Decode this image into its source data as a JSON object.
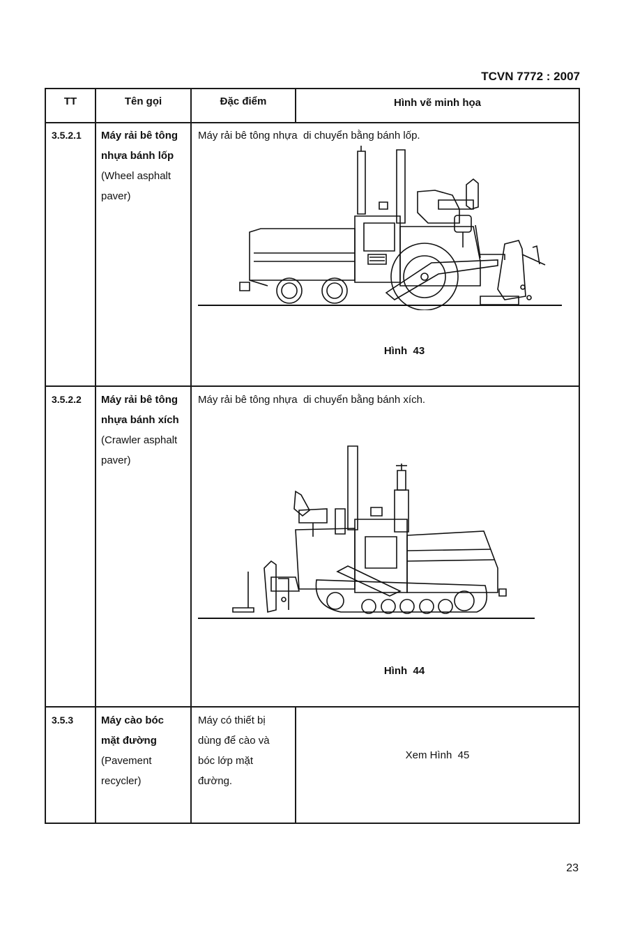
{
  "header": {
    "doc_code": "TCVN 7772 : 2007"
  },
  "table": {
    "columns": [
      "TT",
      "Tên gọi",
      "Đặc điểm",
      "Hình vẽ minh họa"
    ],
    "rows": [
      {
        "tt": "3.5.2.1",
        "name_vi_1": "Máy rải bê tông",
        "name_vi_2": "nhựa bánh lốp",
        "name_en_1": "(Wheel asphalt",
        "name_en_2": "paver)",
        "desc": "Máy rải bê tông nhựa  di chuyển bằng bánh lốp.",
        "figure_caption": "Hình  43",
        "figure_icon": "wheel-asphalt-paver-drawing"
      },
      {
        "tt": "3.5.2.2",
        "name_vi_1": "Máy rải bê tông",
        "name_vi_2": "nhựa bánh xích",
        "name_en_1": "(Crawler asphalt",
        "name_en_2": "paver)",
        "desc": "Máy rải bê tông nhựa  di chuyển bằng bánh xích.",
        "figure_caption": "Hình  44",
        "figure_icon": "crawler-asphalt-paver-drawing"
      },
      {
        "tt": "3.5.3",
        "name_vi_1": "Máy cào bóc",
        "name_vi_2": "mặt đường",
        "name_en_1": "(Pavement",
        "name_en_2": "recycler)",
        "desc_1": "Máy có thiết bị",
        "desc_2": "dùng để cào và",
        "desc_3": "bóc lớp mặt",
        "desc_4": "đường.",
        "figure_ref": "Xem Hình  45"
      }
    ]
  },
  "footer": {
    "page_number": "23"
  }
}
